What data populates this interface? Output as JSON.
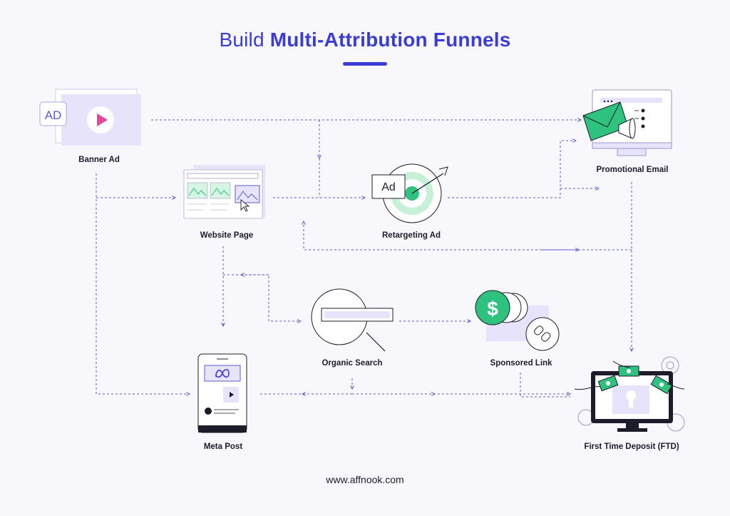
{
  "title": {
    "light": "Build ",
    "bold": "Multi-Attribution Funnels"
  },
  "colors": {
    "accent": "#3b3bd6",
    "line": "#5b5bd6",
    "green": "#2ec27e",
    "lavender": "#e6e3fb",
    "dark": "#1c1c2b",
    "pink": "#e0489a"
  },
  "nodes": {
    "banner_ad": {
      "label": "Banner Ad",
      "badge": "AD"
    },
    "website_page": {
      "label": "Website Page"
    },
    "retargeting_ad": {
      "label": "Retargeting Ad",
      "badge": "Ad"
    },
    "promotional_email": {
      "label": "Promotional Email"
    },
    "organic_search": {
      "label": "Organic Search"
    },
    "sponsored_link": {
      "label": "Sponsored Link",
      "symbol": "$"
    },
    "meta_post": {
      "label": "Meta Post"
    },
    "ftd": {
      "label": "First Time Deposit (FTD)"
    }
  },
  "footer": "www.affnook.com"
}
